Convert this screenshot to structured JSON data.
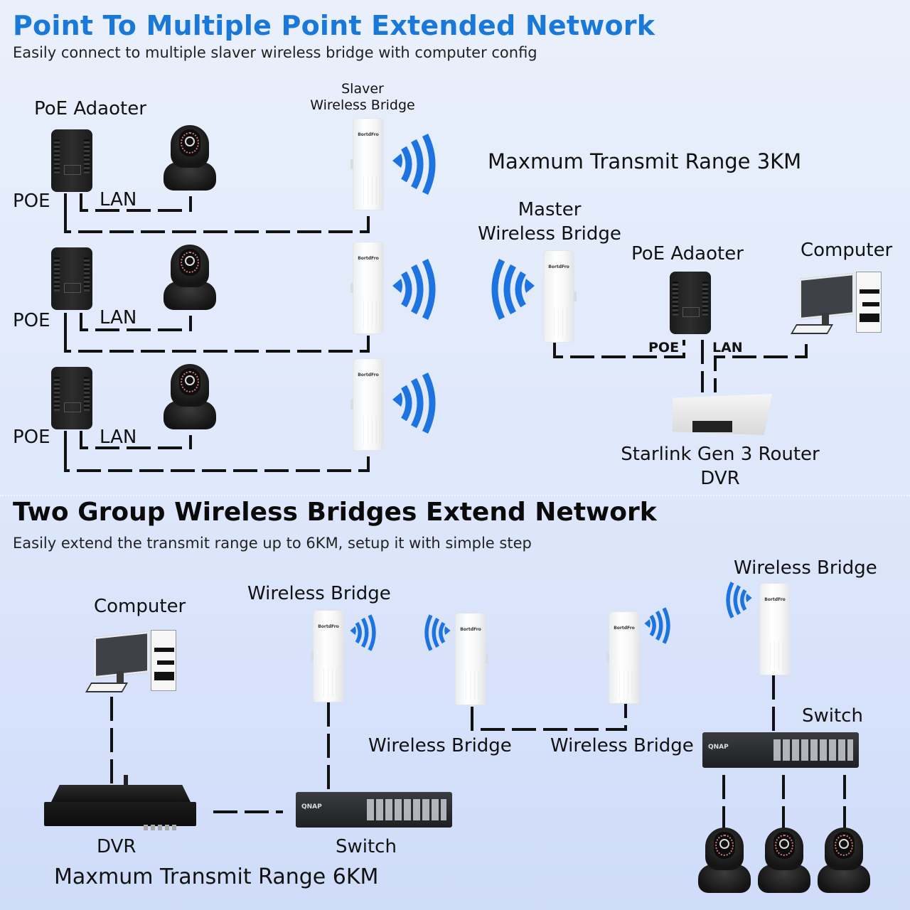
{
  "section1": {
    "title": "Point To Multiple Point Extended Network",
    "subtitle": "Easily connect to multiple slaver wireless bridge with computer config",
    "poe_adapter_label": "PoE Adaoter",
    "slaver_label_line1": "Slaver",
    "slaver_label_line2": "Wireless Bridge",
    "range_label": "Maxmum Transmit Range 3KM",
    "master_label_line1": "Master",
    "master_label_line2": "Wireless Bridge",
    "master_poe_label": "PoE Adaoter",
    "computer_label": "Computer",
    "port_poe": "POE",
    "port_lan": "LAN",
    "router_label_line1": "Starlink Gen 3 Router",
    "router_label_line2": "DVR",
    "rows": [
      {
        "poe_port": "POE",
        "lan_port": "LAN"
      },
      {
        "poe_port": "POE",
        "lan_port": "LAN"
      },
      {
        "poe_port": "POE",
        "lan_port": "LAN"
      }
    ]
  },
  "section2": {
    "title": "Two Group Wireless Bridges Extend Network",
    "subtitle": "Easily extend the transmit range up to 6KM,  setup it with simple step",
    "computer_label": "Computer",
    "bridge_labels": [
      "Wireless Bridge",
      "Wireless Bridge",
      "Wireless Bridge",
      "Wireless Bridge"
    ],
    "switch_label": "Switch",
    "switch_right_label": "Switch",
    "dvr_label": "DVR",
    "range_label": "Maxmum Transmit Range 6KM"
  },
  "device_brand": "BortdFro",
  "switch_brand": "QNAP",
  "colors": {
    "title_blue": "#1a78d9",
    "wifi_blue": "#1d74e0",
    "background": "#dfe8fb"
  },
  "icons": {
    "wifi": "wifi-signal-icon",
    "bridge": "wireless-bridge-icon",
    "poe": "poe-adapter-icon",
    "camera": "ip-camera-icon",
    "computer": "computer-icon",
    "router": "router-icon",
    "switch": "network-switch-icon",
    "dvr": "dvr-icon"
  }
}
